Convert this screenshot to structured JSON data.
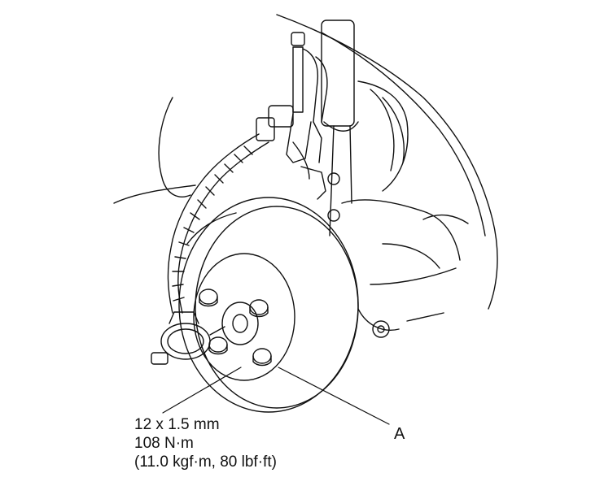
{
  "spec": {
    "thread": "12 x 1.5 mm",
    "torque_nm": "108 N·m",
    "torque_alt": "(11.0 kgf·m, 80 lbf·ft)"
  },
  "callouts": {
    "a": "A"
  },
  "colors": {
    "line": "#111111",
    "background": "#ffffff"
  }
}
